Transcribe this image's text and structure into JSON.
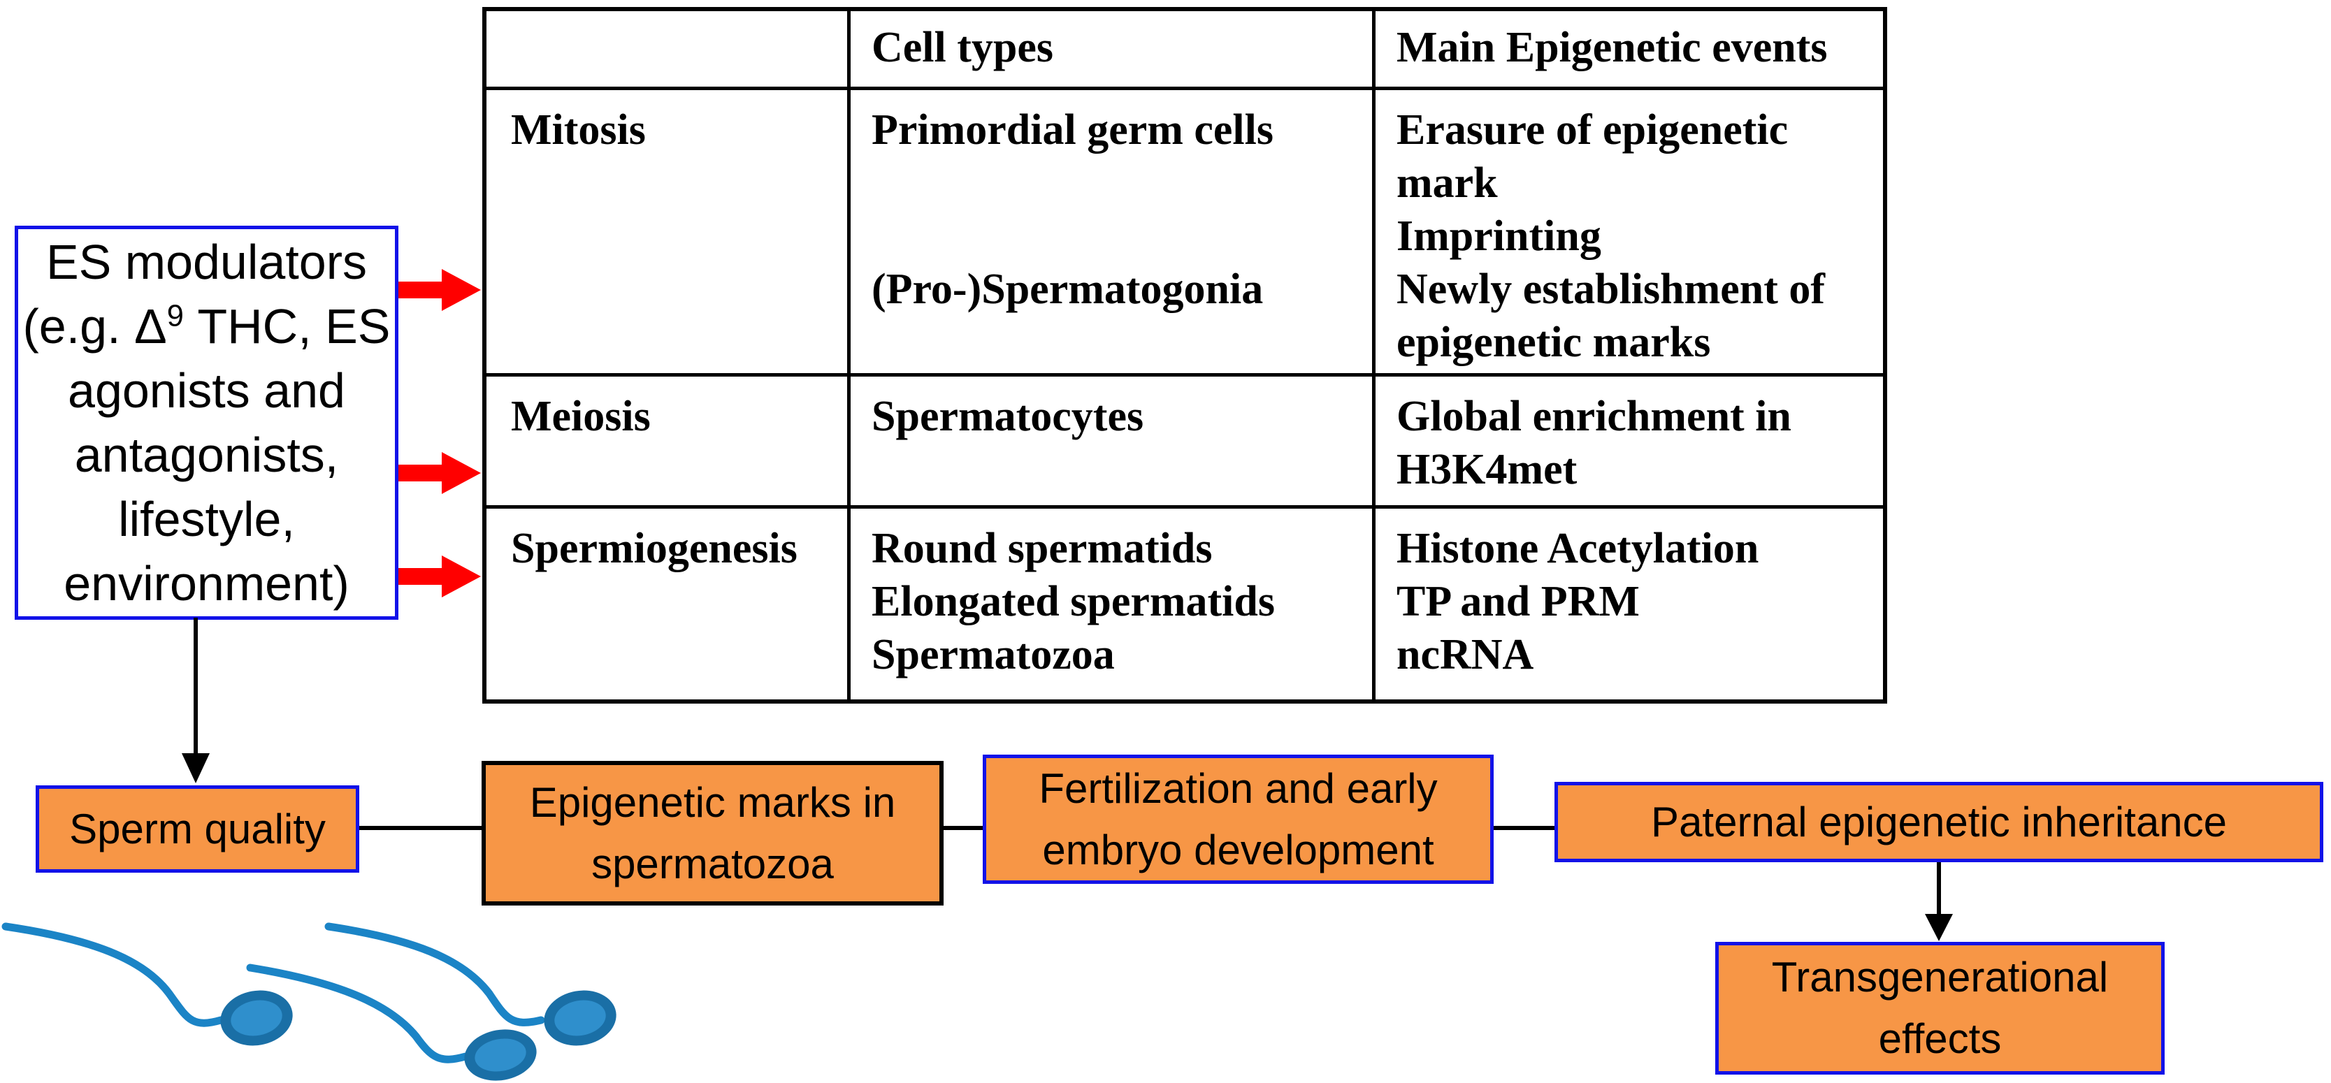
{
  "colors": {
    "orange_fill": "#F79646",
    "blue_border": "#1212e8",
    "red_arrow": "#FF0000",
    "black": "#000000",
    "sperm_tail": "#1B84C6",
    "sperm_head_outer": "#1A6FA6",
    "sperm_head_inner": "#2F8FCC"
  },
  "table": {
    "headers": {
      "cell_types": "Cell types",
      "events": "Main Epigenetic events"
    },
    "rows": [
      {
        "stage": "Mitosis",
        "cell_types": [
          "Primordial germ cells",
          "(Pro-)Spermatogonia"
        ],
        "events": [
          "Erasure of epigenetic",
          "mark",
          "Imprinting",
          "Newly establishment of",
          "epigenetic marks"
        ]
      },
      {
        "stage": "Meiosis",
        "cell_types": [
          "Spermatocytes"
        ],
        "events": [
          "Global enrichment in",
          "H3K4met"
        ]
      },
      {
        "stage": "Spermiogenesis",
        "cell_types": [
          "Round spermatids",
          "Elongated spermatids",
          "Spermatozoa"
        ],
        "events": [
          "Histone Acetylation",
          "TP and PRM",
          "ncRNA"
        ]
      }
    ]
  },
  "es_box": {
    "line1": "ES modulators",
    "line2_pre": "(e.g. Δ",
    "line2_sup": "9",
    "line2_post": " THC, ES",
    "line3": "agonists and",
    "line4": "antagonists,",
    "line5": "lifestyle,",
    "line6": "environment)"
  },
  "flow": {
    "sperm_quality": {
      "label": "Sperm quality"
    },
    "epigenetic_marks": {
      "line1": "Epigenetic marks in",
      "line2": "spermatozoa"
    },
    "fertilization": {
      "line1": "Fertilization and early",
      "line2": "embryo development"
    },
    "paternal": {
      "label": "Paternal epigenetic inheritance"
    },
    "transgenerational": {
      "line1": "Transgenerational",
      "line2": "effects"
    }
  }
}
